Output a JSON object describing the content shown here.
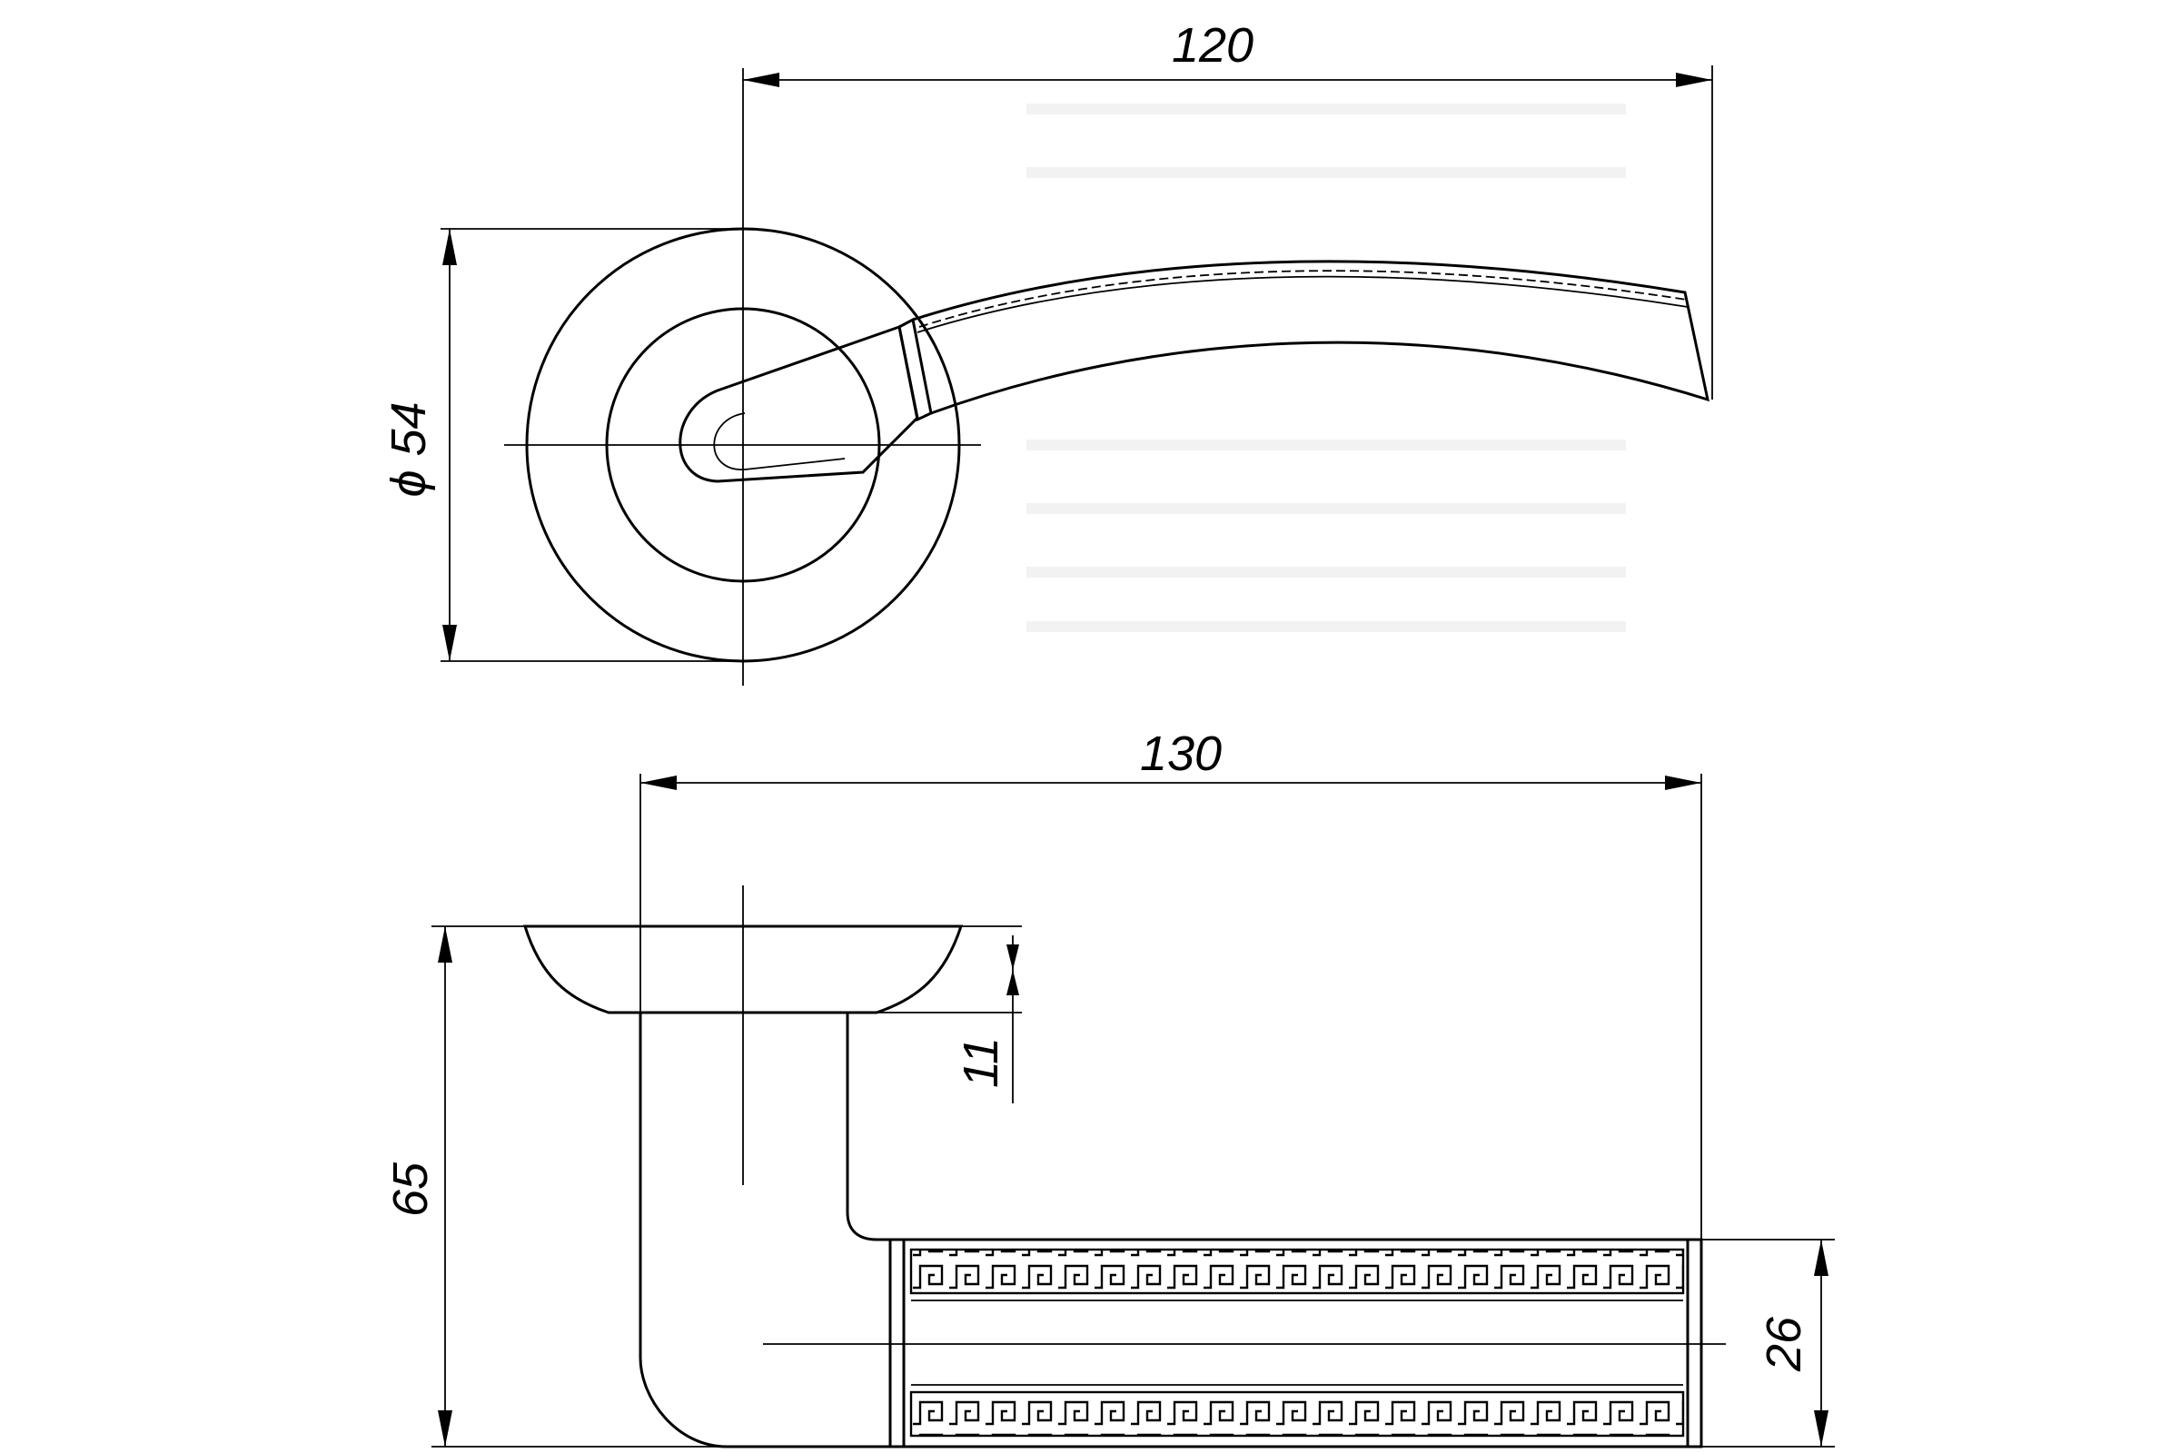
{
  "top_view": {
    "dim_width": "120",
    "dim_rosette": "ϕ 54"
  },
  "side_view": {
    "dim_width": "130",
    "dim_height": "65",
    "dim_rosette_height": "11",
    "dim_grip": "26"
  }
}
